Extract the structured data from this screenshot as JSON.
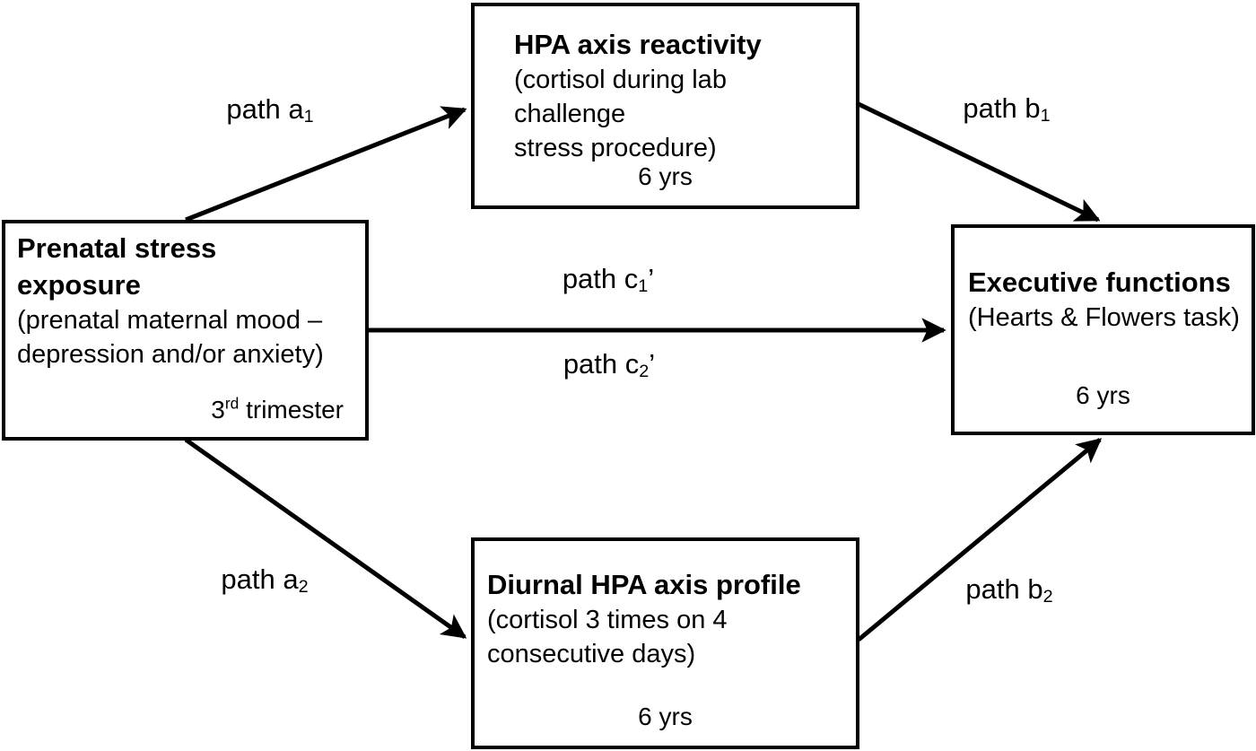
{
  "boxes": {
    "prenatal_stress": {
      "title_lines": [
        "Prenatal stress",
        "exposure"
      ],
      "subtitle_lines": [
        "(prenatal maternal mood –",
        "depression and/or anxiety)"
      ],
      "timing_base": "3",
      "timing_sup": "rd",
      "timing_rest": " trimester"
    },
    "hpa_reactivity": {
      "title": "HPA axis reactivity",
      "subtitle_lines": [
        "(cortisol during lab challenge",
        "stress procedure)"
      ],
      "timing": "6 yrs"
    },
    "diurnal_hpa": {
      "title": "Diurnal HPA axis profile",
      "subtitle_lines": [
        "(cortisol 3 times on 4",
        "consecutive days)"
      ],
      "timing": "6 yrs"
    },
    "executive_functions": {
      "title": "Executive functions",
      "subtitle_lines": [
        "(Hearts & Flowers task)"
      ],
      "timing": "6 yrs"
    }
  },
  "path_labels": {
    "a1": {
      "base": "path a",
      "sub": "1",
      "suffix": ""
    },
    "b1": {
      "base": "path b",
      "sub": "1",
      "suffix": ""
    },
    "c1": {
      "base": "path c",
      "sub": "1",
      "suffix": "’"
    },
    "c2": {
      "base": "path c",
      "sub": "2",
      "suffix": "’"
    },
    "a2": {
      "base": "path a",
      "sub": "2",
      "suffix": ""
    },
    "b2": {
      "base": "path b",
      "sub": "2",
      "suffix": ""
    }
  },
  "colors": {
    "background": "#ffffff",
    "line": "#000000",
    "text": "#000000"
  }
}
